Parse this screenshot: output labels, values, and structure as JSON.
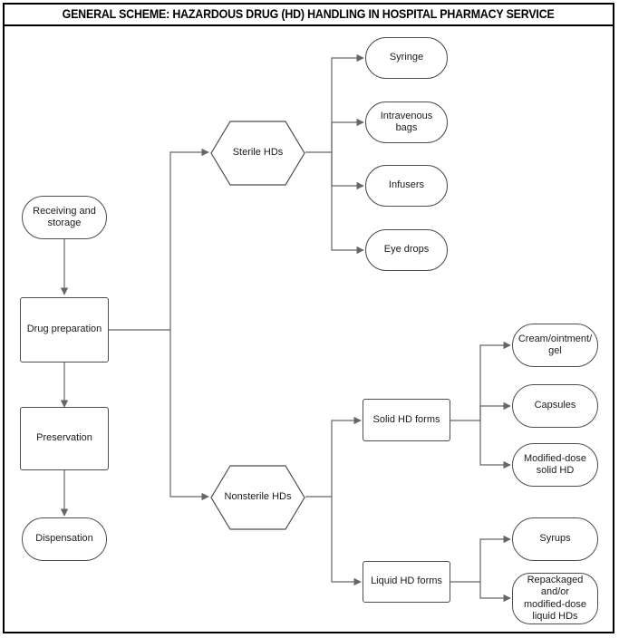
{
  "diagram": {
    "title": "GENERAL SCHEME: HAZARDOUS DRUG (HD) HANDLING IN HOSPITAL PHARMACY SERVICE",
    "type": "flowchart",
    "colors": {
      "frame": "#000000",
      "node_stroke": "#4d4d4d",
      "edge_stroke": "#666666",
      "node_fill": "#ffffff",
      "text": "#1a1a1a"
    },
    "nodes": [
      {
        "id": "receiving",
        "label": "Receiving and\nstorage",
        "shape": "rounded-rect",
        "column": "process"
      },
      {
        "id": "preparation",
        "label": "Drug preparation",
        "shape": "rect",
        "column": "process"
      },
      {
        "id": "preservation",
        "label": "Preservation",
        "shape": "rect",
        "column": "process"
      },
      {
        "id": "dispensation",
        "label": "Dispensation",
        "shape": "rounded-rect",
        "column": "process"
      },
      {
        "id": "sterile",
        "label": "Sterile HDs",
        "shape": "hexagon",
        "column": "branch"
      },
      {
        "id": "nonsterile",
        "label": "Nonsterile HDs",
        "shape": "hexagon",
        "column": "branch"
      },
      {
        "id": "syringe",
        "label": "Syringe",
        "shape": "rounded-rect",
        "column": "sterile-products"
      },
      {
        "id": "iv-bags",
        "label": "Intravenous bags",
        "shape": "rounded-rect",
        "column": "sterile-products"
      },
      {
        "id": "infusers",
        "label": "Infusers",
        "shape": "rounded-rect",
        "column": "sterile-products"
      },
      {
        "id": "eye-drops",
        "label": "Eye drops",
        "shape": "rounded-rect",
        "column": "sterile-products"
      },
      {
        "id": "solid-forms",
        "label": "Solid HD forms",
        "shape": "rect",
        "column": "nonsterile-forms"
      },
      {
        "id": "liquid-forms",
        "label": "Liquid HD forms",
        "shape": "rect",
        "column": "nonsterile-forms"
      },
      {
        "id": "cream",
        "label": "Cream/ointment/\ngel",
        "shape": "rounded-rect",
        "column": "nonsterile-products"
      },
      {
        "id": "capsules",
        "label": "Capsules",
        "shape": "rounded-rect",
        "column": "nonsterile-products"
      },
      {
        "id": "mod-solid",
        "label": "Modified-dose\nsolid HD",
        "shape": "rounded-rect",
        "column": "nonsterile-products"
      },
      {
        "id": "syrups",
        "label": "Syrups",
        "shape": "rounded-rect",
        "column": "nonsterile-products"
      },
      {
        "id": "repackaged",
        "label": "Repackaged\nand/or\nmodified-dose\nliquid HDs",
        "shape": "rounded-rect",
        "column": "nonsterile-products"
      }
    ],
    "edges": [
      {
        "from": "receiving",
        "to": "preparation"
      },
      {
        "from": "preparation",
        "to": "preservation"
      },
      {
        "from": "preservation",
        "to": "dispensation"
      },
      {
        "from": "preparation",
        "to": "sterile"
      },
      {
        "from": "preparation",
        "to": "nonsterile"
      },
      {
        "from": "sterile",
        "to": "syringe"
      },
      {
        "from": "sterile",
        "to": "iv-bags"
      },
      {
        "from": "sterile",
        "to": "infusers"
      },
      {
        "from": "sterile",
        "to": "eye-drops"
      },
      {
        "from": "nonsterile",
        "to": "solid-forms"
      },
      {
        "from": "nonsterile",
        "to": "liquid-forms"
      },
      {
        "from": "solid-forms",
        "to": "cream"
      },
      {
        "from": "solid-forms",
        "to": "capsules"
      },
      {
        "from": "solid-forms",
        "to": "mod-solid"
      },
      {
        "from": "liquid-forms",
        "to": "syrups"
      },
      {
        "from": "liquid-forms",
        "to": "repackaged"
      }
    ]
  }
}
